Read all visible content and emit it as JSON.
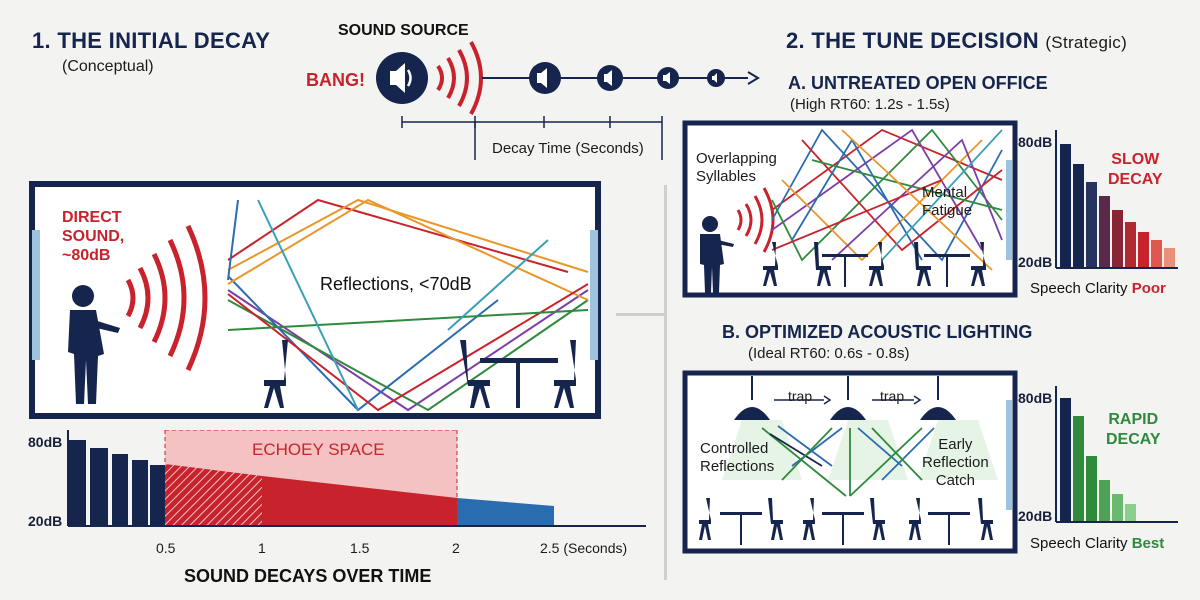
{
  "left": {
    "title": "1. THE INITIAL DECAY",
    "subtitle": "(Conceptual)",
    "sound_source": "SOUND SOURCE",
    "bang": "BANG!",
    "decay_time_label": "Decay Time (Seconds)",
    "direct_sound": [
      "DIRECT",
      "SOUND,",
      "~80dB"
    ],
    "reflections": "Reflections, <70dB",
    "echo_label": "ECHOEY SPACE",
    "y_top": "80dB",
    "y_bottom": "20dB",
    "x_ticks": [
      "0.5",
      "1",
      "1.5",
      "2",
      "2.5 (Seconds)"
    ],
    "caption": "SOUND DECAYS OVER TIME"
  },
  "right": {
    "title": "2. THE TUNE DECISION",
    "title_note": "(Strategic)",
    "a": {
      "title": "A. UNTREATED OPEN OFFICE",
      "subtitle": "(High RT60: 1.2s - 1.5s)",
      "label_left": [
        "Overlapping",
        "Syllables"
      ],
      "label_right": [
        "Mental",
        "Fatigue"
      ],
      "y_top": "80dB",
      "y_bottom": "20dB",
      "verdict": [
        "SLOW",
        "DECAY"
      ],
      "clarity_label": "Speech Clarity",
      "clarity_value": "Poor"
    },
    "b": {
      "title": "B. OPTIMIZED ACOUSTIC LIGHTING",
      "subtitle": "(Ideal RT60: 0.6s - 0.8s)",
      "trap_label": "trap",
      "label_left": [
        "Controlled",
        "Reflections"
      ],
      "label_right": [
        "Early",
        "Reflection",
        "Catch"
      ],
      "y_top": "80dB",
      "y_bottom": "20dB",
      "verdict": [
        "RAPID",
        "DECAY"
      ],
      "clarity_label": "Speech Clarity",
      "clarity_value": "Best"
    }
  },
  "colors": {
    "navy": "#16254d",
    "red": "#c8232c",
    "blue": "#2a6cb0",
    "green": "#2f8a3c",
    "echo_pink": "#f4c2c2"
  }
}
